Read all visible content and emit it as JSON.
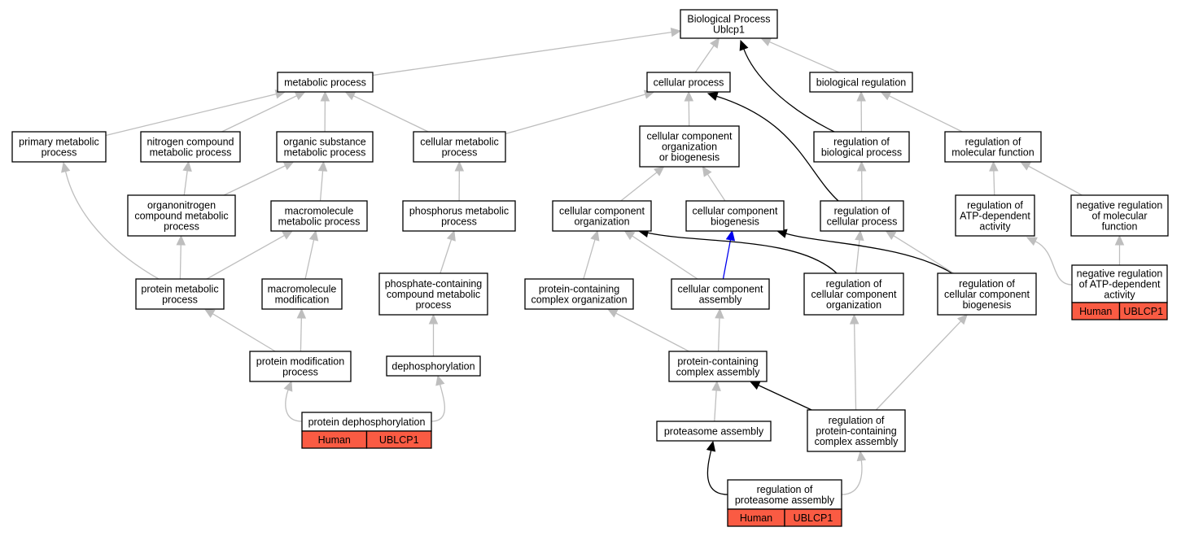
{
  "graph": {
    "colors": {
      "is_a": "#bebebe",
      "regulates": "#000000",
      "part_of": "#0000ee",
      "annotation": "#fa5b43",
      "node_border": "#000000",
      "node_fill": "#ffffff"
    },
    "nodes": [
      {
        "id": "bp",
        "lines": [
          "Biological Process",
          "Ublcp1"
        ]
      },
      {
        "id": "metabolic",
        "lines": [
          "metabolic process"
        ]
      },
      {
        "id": "cellular",
        "lines": [
          "cellular process"
        ]
      },
      {
        "id": "bioreg",
        "lines": [
          "biological regulation"
        ]
      },
      {
        "id": "primary",
        "lines": [
          "primary metabolic",
          "process"
        ]
      },
      {
        "id": "nitrogen",
        "lines": [
          "nitrogen compound",
          "metabolic process"
        ]
      },
      {
        "id": "organic",
        "lines": [
          "organic substance",
          "metabolic process"
        ]
      },
      {
        "id": "cellmet",
        "lines": [
          "cellular metabolic",
          "process"
        ]
      },
      {
        "id": "ccob",
        "lines": [
          "cellular component",
          "organization",
          "or biogenesis"
        ]
      },
      {
        "id": "regbio",
        "lines": [
          "regulation of",
          "biological process"
        ]
      },
      {
        "id": "regmol",
        "lines": [
          "regulation of",
          "molecular function"
        ]
      },
      {
        "id": "organonitrogen",
        "lines": [
          "organonitrogen",
          "compound metabolic",
          "process"
        ]
      },
      {
        "id": "macromet",
        "lines": [
          "macromolecule",
          "metabolic process"
        ]
      },
      {
        "id": "phosmet",
        "lines": [
          "phosphorus metabolic",
          "process"
        ]
      },
      {
        "id": "cco",
        "lines": [
          "cellular component",
          "organization"
        ]
      },
      {
        "id": "ccb",
        "lines": [
          "cellular component",
          "biogenesis"
        ]
      },
      {
        "id": "regcell",
        "lines": [
          "regulation of",
          "cellular process"
        ]
      },
      {
        "id": "regatp",
        "lines": [
          "regulation of",
          "ATP-dependent",
          "activity"
        ]
      },
      {
        "id": "negmol",
        "lines": [
          "negative regulation",
          "of molecular",
          "function"
        ]
      },
      {
        "id": "protmet",
        "lines": [
          "protein metabolic",
          "process"
        ]
      },
      {
        "id": "macromod",
        "lines": [
          "macromolecule",
          "modification"
        ]
      },
      {
        "id": "phosphate",
        "lines": [
          "phosphate-containing",
          "compound metabolic",
          "process"
        ]
      },
      {
        "id": "pcco",
        "lines": [
          "protein-containing",
          "complex organization"
        ]
      },
      {
        "id": "cca",
        "lines": [
          "cellular component",
          "assembly"
        ]
      },
      {
        "id": "regcco",
        "lines": [
          "regulation of",
          "cellular component",
          "organization"
        ]
      },
      {
        "id": "regccb",
        "lines": [
          "regulation of",
          "cellular component",
          "biogenesis"
        ]
      },
      {
        "id": "negatp",
        "lines": [
          "negative regulation",
          "of ATP-dependent",
          "activity"
        ],
        "annotations": [
          "Human",
          "UBLCP1"
        ]
      },
      {
        "id": "protmod",
        "lines": [
          "protein modification",
          "process"
        ]
      },
      {
        "id": "dephos",
        "lines": [
          "dephosphorylation"
        ]
      },
      {
        "id": "pcca",
        "lines": [
          "protein-containing",
          "complex assembly"
        ]
      },
      {
        "id": "protdephos",
        "lines": [
          "protein dephosphorylation"
        ],
        "annotations": [
          "Human",
          "UBLCP1"
        ]
      },
      {
        "id": "proteasome",
        "lines": [
          "proteasome assembly"
        ]
      },
      {
        "id": "regpcca",
        "lines": [
          "regulation of",
          "protein-containing",
          "complex assembly"
        ]
      },
      {
        "id": "regproteasome",
        "lines": [
          "regulation of",
          "proteasome assembly"
        ],
        "annotations": [
          "Human",
          "UBLCP1"
        ]
      }
    ],
    "edges": [
      {
        "from": "metabolic",
        "to": "bp",
        "type": "is_a"
      },
      {
        "from": "cellular",
        "to": "bp",
        "type": "is_a"
      },
      {
        "from": "bioreg",
        "to": "bp",
        "type": "is_a"
      },
      {
        "from": "regbio",
        "to": "bp",
        "type": "regulates"
      },
      {
        "from": "primary",
        "to": "metabolic",
        "type": "is_a"
      },
      {
        "from": "nitrogen",
        "to": "metabolic",
        "type": "is_a"
      },
      {
        "from": "organic",
        "to": "metabolic",
        "type": "is_a"
      },
      {
        "from": "cellmet",
        "to": "metabolic",
        "type": "is_a"
      },
      {
        "from": "cellmet",
        "to": "cellular",
        "type": "is_a"
      },
      {
        "from": "ccob",
        "to": "cellular",
        "type": "is_a"
      },
      {
        "from": "regcell",
        "to": "cellular",
        "type": "regulates"
      },
      {
        "from": "regbio",
        "to": "bioreg",
        "type": "is_a"
      },
      {
        "from": "regmol",
        "to": "bioreg",
        "type": "is_a"
      },
      {
        "from": "organonitrogen",
        "to": "nitrogen",
        "type": "is_a"
      },
      {
        "from": "organonitrogen",
        "to": "organic",
        "type": "is_a"
      },
      {
        "from": "macromet",
        "to": "organic",
        "type": "is_a"
      },
      {
        "from": "phosmet",
        "to": "cellmet",
        "type": "is_a"
      },
      {
        "from": "cco",
        "to": "ccob",
        "type": "is_a"
      },
      {
        "from": "ccb",
        "to": "ccob",
        "type": "is_a"
      },
      {
        "from": "regcell",
        "to": "regbio",
        "type": "is_a"
      },
      {
        "from": "regatp",
        "to": "regmol",
        "type": "is_a"
      },
      {
        "from": "negmol",
        "to": "regmol",
        "type": "is_a"
      },
      {
        "from": "protmet",
        "to": "primary",
        "type": "is_a"
      },
      {
        "from": "protmet",
        "to": "organonitrogen",
        "type": "is_a"
      },
      {
        "from": "protmet",
        "to": "macromet",
        "type": "is_a"
      },
      {
        "from": "macromod",
        "to": "macromet",
        "type": "is_a"
      },
      {
        "from": "phosphate",
        "to": "phosmet",
        "type": "is_a"
      },
      {
        "from": "pcco",
        "to": "cco",
        "type": "is_a"
      },
      {
        "from": "cca",
        "to": "cco",
        "type": "is_a"
      },
      {
        "from": "cca",
        "to": "ccb",
        "type": "part_of"
      },
      {
        "from": "regcco",
        "to": "cco",
        "type": "regulates"
      },
      {
        "from": "regcco",
        "to": "regcell",
        "type": "is_a"
      },
      {
        "from": "regccb",
        "to": "ccb",
        "type": "regulates"
      },
      {
        "from": "regccb",
        "to": "regcell",
        "type": "is_a"
      },
      {
        "from": "negatp",
        "to": "regatp",
        "type": "is_a"
      },
      {
        "from": "negatp",
        "to": "negmol",
        "type": "is_a"
      },
      {
        "from": "protmod",
        "to": "protmet",
        "type": "is_a"
      },
      {
        "from": "protmod",
        "to": "macromod",
        "type": "is_a"
      },
      {
        "from": "dephos",
        "to": "phosphate",
        "type": "is_a"
      },
      {
        "from": "pcca",
        "to": "pcco",
        "type": "is_a"
      },
      {
        "from": "pcca",
        "to": "cca",
        "type": "is_a"
      },
      {
        "from": "protdephos",
        "to": "protmod",
        "type": "is_a"
      },
      {
        "from": "protdephos",
        "to": "dephos",
        "type": "is_a"
      },
      {
        "from": "proteasome",
        "to": "pcca",
        "type": "is_a"
      },
      {
        "from": "regpcca",
        "to": "pcca",
        "type": "regulates"
      },
      {
        "from": "regpcca",
        "to": "regcco",
        "type": "is_a"
      },
      {
        "from": "regpcca",
        "to": "regccb",
        "type": "is_a"
      },
      {
        "from": "regproteasome",
        "to": "proteasome",
        "type": "regulates"
      },
      {
        "from": "regproteasome",
        "to": "regpcca",
        "type": "is_a"
      }
    ]
  }
}
